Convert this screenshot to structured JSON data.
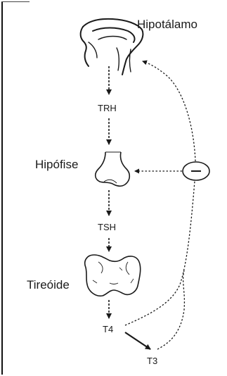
{
  "labels": {
    "hipotalamo": "Hipotálamo",
    "trh": "TRH",
    "hipofise": "Hipófise",
    "tsh": "TSH",
    "tireoide": "Tireóide",
    "t4": "T4",
    "t3": "T3"
  },
  "colors": {
    "ink": "#1a1a1a",
    "background": "#ffffff"
  }
}
